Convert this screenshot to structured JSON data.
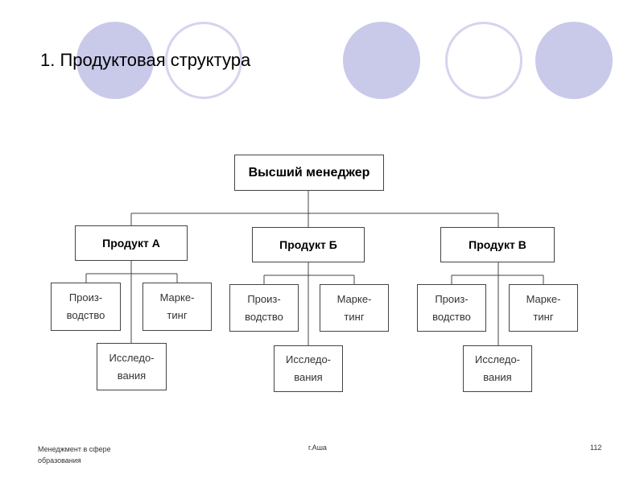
{
  "slide": {
    "title": "1. Продуктовая структура"
  },
  "org": {
    "top": "Высший менеджер",
    "products": [
      {
        "label": "Продукт А",
        "prod": "Произ-\nводство",
        "market": "Марке-\nтинг",
        "research": "Исследо-\nвания"
      },
      {
        "label": "Продукт Б",
        "prod": "Произ-\nводство",
        "market": "Марке-\nтинг",
        "research": "Исследо-\nвания"
      },
      {
        "label": "Продукт В",
        "prod": "Произ-\nводство",
        "market": "Марке-\nтинг",
        "research": "Исследо-\nвания"
      }
    ]
  },
  "footer": {
    "left": "Менеджмент в сфере образования",
    "center": "г.Аша",
    "page": "112"
  },
  "colors": {
    "decor_circle_fill": "#c9c9ea",
    "decor_circle_ring": "#d4d4ee",
    "line": "#444444"
  }
}
